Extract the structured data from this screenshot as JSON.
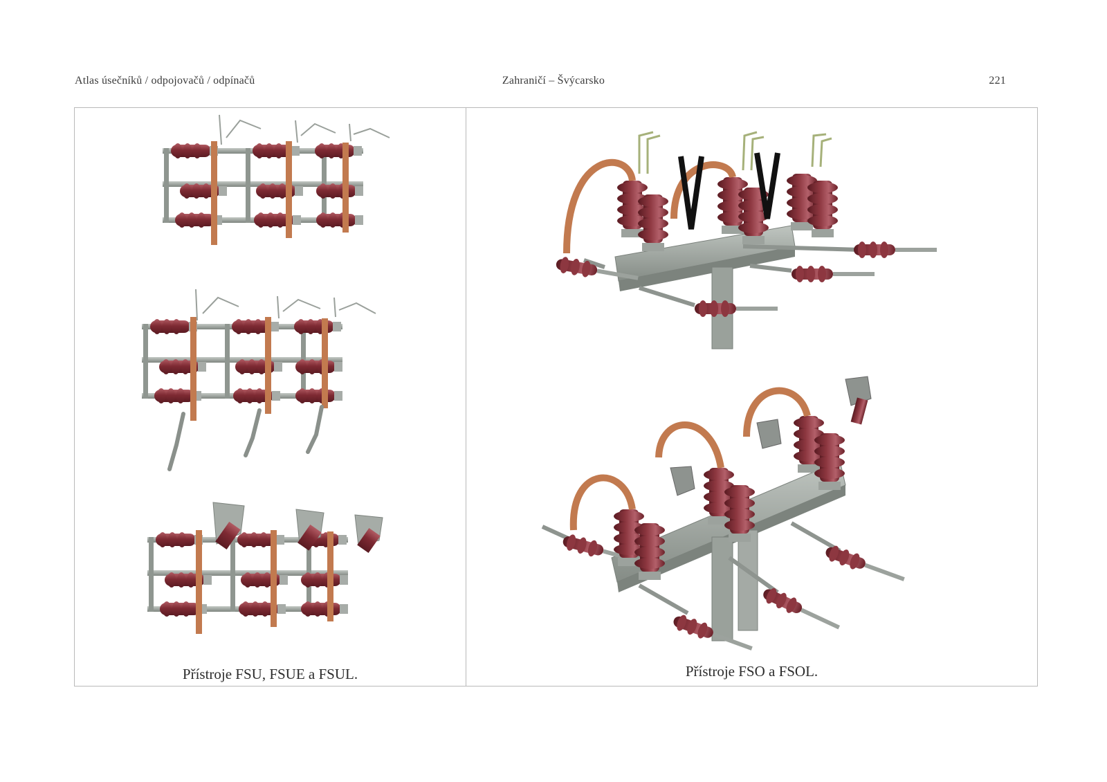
{
  "header": {
    "left": "Atlas úsečníků / odpojovačů / odpínačů",
    "center": "Zahraničí – Švýcarsko",
    "page_number": "221"
  },
  "panels": {
    "left": {
      "caption": "Přístroje FSU, FSUE a FSUL."
    },
    "right": {
      "caption": "Přístroje FSO a FSOL."
    }
  },
  "colors": {
    "insulator": "#7e2a33",
    "insulator_highlight": "#a9525a",
    "steel": "#8f9690",
    "steel_light": "#b4bab5",
    "copper": "#c27a4f",
    "frame_border": "#b9b9b9"
  }
}
